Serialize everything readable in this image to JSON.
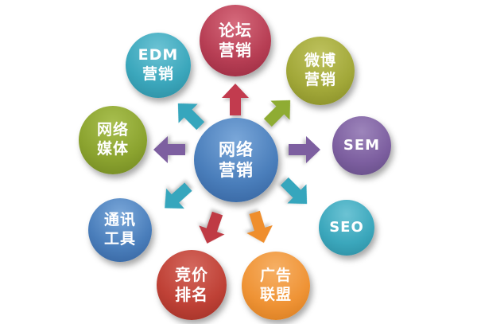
{
  "diagram": {
    "title_hidden": "",
    "center": {
      "label": "网络\n营销",
      "color": "#4a7ebb"
    },
    "nodes": [
      {
        "id": "forum-marketing",
        "label": "论坛\n营销",
        "color": "#b73e54"
      },
      {
        "id": "weibo-marketing",
        "label": "微博\n营销",
        "color": "#a2a839"
      },
      {
        "id": "sem",
        "label": "SEM",
        "color": "#7d5fa0"
      },
      {
        "id": "seo",
        "label": "SEO",
        "color": "#3ba7bc"
      },
      {
        "id": "ad-alliance",
        "label": "广告\n联盟",
        "color": "#ef9335"
      },
      {
        "id": "bidding-ranking",
        "label": "竞价\n排名",
        "color": "#bf4136"
      },
      {
        "id": "communication-tools",
        "label": "通讯\n工具",
        "color": "#4a7ebb"
      },
      {
        "id": "network-media",
        "label": "网络\n媒体",
        "color": "#8ba32f"
      },
      {
        "id": "edm-marketing",
        "label": "EDM\n营销",
        "color": "#3ba7bc"
      }
    ],
    "arrows": [
      {
        "direction": "up",
        "color": "#c23b4e"
      },
      {
        "direction": "up-right",
        "color": "#8fac33"
      },
      {
        "direction": "right",
        "color": "#7d5fa0"
      },
      {
        "direction": "down-right",
        "color": "#36a6bd"
      },
      {
        "direction": "down-orange",
        "color": "#ef8e2d"
      },
      {
        "direction": "down-red",
        "color": "#bf3a44"
      },
      {
        "direction": "down-left",
        "color": "#36a6bd"
      },
      {
        "direction": "left",
        "color": "#7d5fa0"
      },
      {
        "direction": "up-left",
        "color": "#36a6bd"
      }
    ]
  }
}
